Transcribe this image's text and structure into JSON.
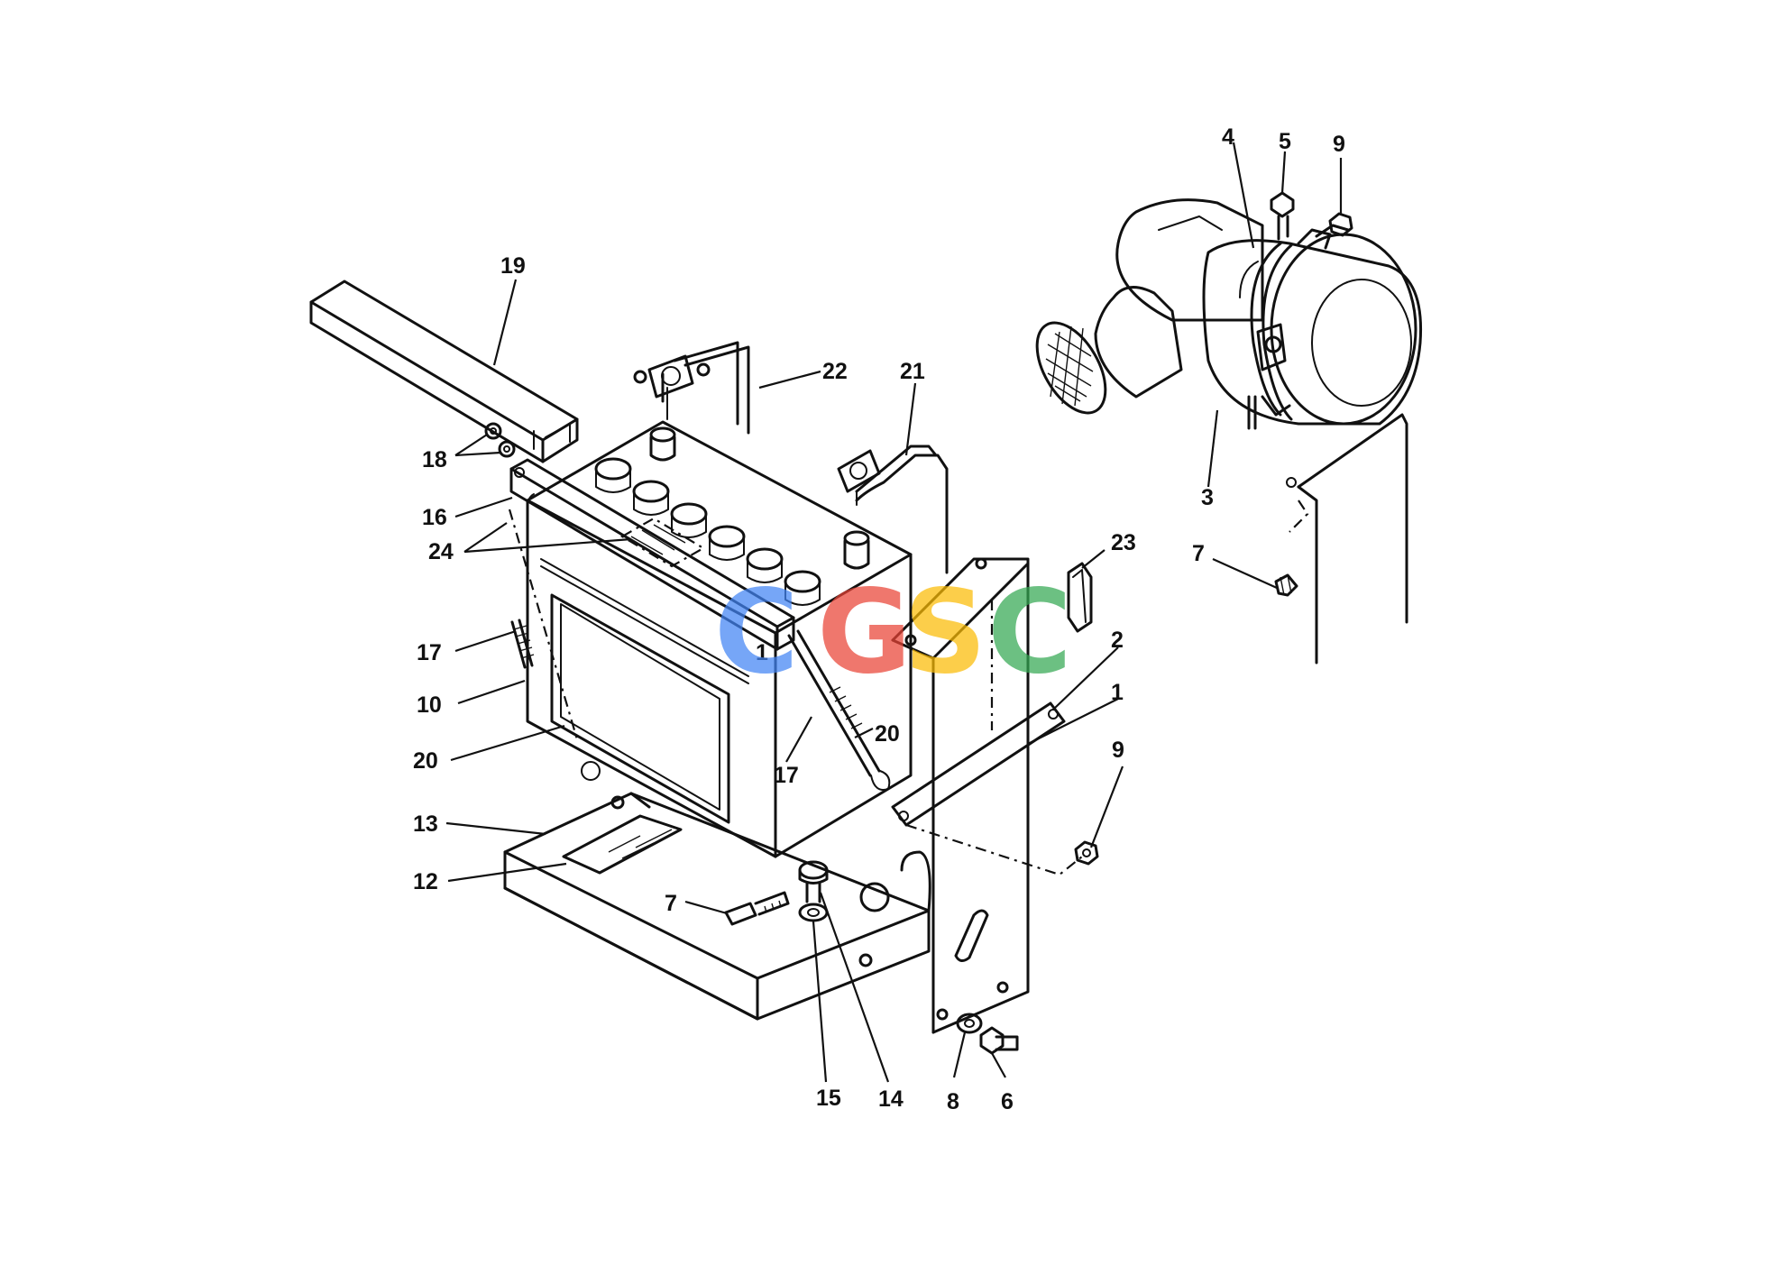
{
  "diagram": {
    "callouts": {
      "c19": "19",
      "c22": "22",
      "c21": "21",
      "c18": "18",
      "c16": "16",
      "c24": "24",
      "c17a": "17",
      "c10": "10",
      "c20a": "20",
      "c13": "13",
      "c12": "12",
      "c7a": "7",
      "c15": "15",
      "c14": "14",
      "c8": "8",
      "c6": "6",
      "c17b": "17",
      "c20b": "20",
      "c2": "2",
      "c1": "1",
      "c9b": "9",
      "c23": "23",
      "c4": "4",
      "c5": "5",
      "c9a": "9",
      "c3": "3",
      "c7b": "7"
    },
    "battery_marks": {
      "plus_terminal": "1"
    },
    "watermark": {
      "letters": [
        "C",
        "G",
        "S",
        "C"
      ],
      "colors": [
        "#4285F4",
        "#EA4335",
        "#FBBC05",
        "#34A853"
      ]
    }
  }
}
